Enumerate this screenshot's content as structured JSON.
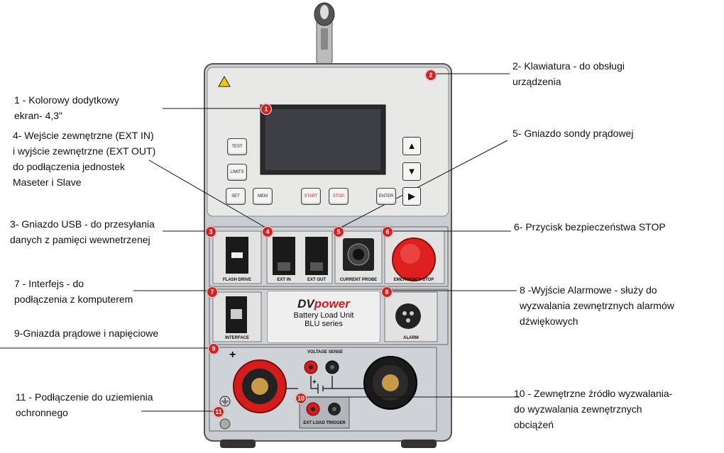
{
  "callouts": [
    {
      "id": "screen",
      "lines": [
        "1 - Kolorowy dodytkowy",
        "ekran- 4,3\""
      ]
    },
    {
      "id": "keyboard",
      "lines": [
        "2- Klawiatura -  do obsługi",
        "urządzenia"
      ]
    },
    {
      "id": "usb",
      "lines": [
        "3- Gniazdo USB - do przesyłania",
        "danych z pamięci wewnetrzenej"
      ]
    },
    {
      "id": "ext",
      "lines": [
        "4- Wejście zewnętrzne (EXT IN)",
        "i wyjście zewnętrzne (EXT OUT)",
        "do podłączenia jednostek",
        "Maseter i Slave"
      ]
    },
    {
      "id": "probe",
      "lines": [
        "5- Gniazdo sondy prądowej"
      ]
    },
    {
      "id": "stop",
      "lines": [
        "6- Przycisk bezpieczeństwa STOP"
      ]
    },
    {
      "id": "interface",
      "lines": [
        "7 - Interfejs - do",
        "podłączenia z komputerem"
      ]
    },
    {
      "id": "alarm",
      "lines": [
        "8 -Wyjście Alarmowe - służy do",
        "wyzwalania zewnętrznych alarmów",
        "dźwiękowych"
      ]
    },
    {
      "id": "sockets",
      "lines": [
        "9-Gniazda prądowe i napięciowe"
      ]
    },
    {
      "id": "trigger",
      "lines": [
        "10 - Zewnętrzne źródło wyzwalania-",
        "do wyzwalania zewnętrznych",
        "obciążeń"
      ]
    },
    {
      "id": "ground",
      "lines": [
        "11 - Podłączenie do uziemienia",
        "ochronnego"
      ]
    }
  ],
  "device": {
    "buttons": {
      "test": "TEST",
      "limits": "LIMITS",
      "set": "SET",
      "mem": "MEM",
      "start": "START",
      "stop": "STOP",
      "enter": "ENTER"
    },
    "panel_labels": {
      "flash": "FLASH DRIVE",
      "ext_in": "EXT IN",
      "ext_out": "EXT OUT",
      "probe": "CURRENT PROBE",
      "emergency": "EMERGENCY STOP",
      "interface": "INTERFACE",
      "alarm": "ALARM",
      "voltage_sense": "VOLTAGE SENSE",
      "ext_trigger": "EXT LOAD TRIGGER"
    },
    "brand_a": "DV",
    "brand_b": "power",
    "model_line1": "Battery Load Unit",
    "model_line2": "BLU series",
    "badges": [
      "1",
      "2",
      "3",
      "4",
      "5",
      "6",
      "7",
      "8",
      "9",
      "10",
      "11"
    ],
    "symbols": {
      "plus": "+",
      "plus_small": "+"
    }
  }
}
